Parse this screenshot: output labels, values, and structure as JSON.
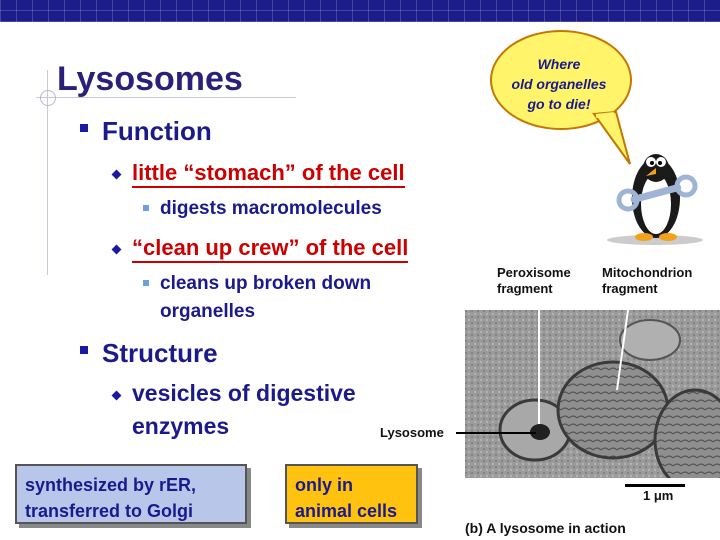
{
  "slide": {
    "title": "Lysosomes",
    "function_label": "Function",
    "function_items": [
      {
        "text": "little “stomach” of the cell",
        "detail": "digests macromolecules"
      },
      {
        "text": "“clean up crew” of the cell",
        "detail_line1": "cleans up broken down",
        "detail_line2": "organelles"
      }
    ],
    "structure_label": "Structure",
    "structure_item_line1": "vesicles of digestive",
    "structure_item_line2": "enzymes"
  },
  "callouts": {
    "blue_box": {
      "line1": "synthesized by rER,",
      "line2": "transferred to Golgi",
      "color": "#b8c6ea"
    },
    "yellow_box": {
      "line1": "only in",
      "line2": "animal cells",
      "color": "#ffc20e"
    },
    "speech_bubble": {
      "line1": "Where",
      "line2": "old organelles",
      "line3": "go to die!"
    }
  },
  "micrograph": {
    "peroxisome_label_1": "Peroxisome",
    "peroxisome_label_2": "fragment",
    "mito_label_1": "Mitochondrion",
    "mito_label_2": "fragment",
    "lysosome_label": "Lysosome",
    "scale": "1 μm",
    "caption": "(b) A lysosome in action"
  },
  "colors": {
    "header": "#1c1c8a",
    "title": "#2a1f7a",
    "highlight_red": "#cc0000",
    "text_blue": "#1a1a8c"
  }
}
